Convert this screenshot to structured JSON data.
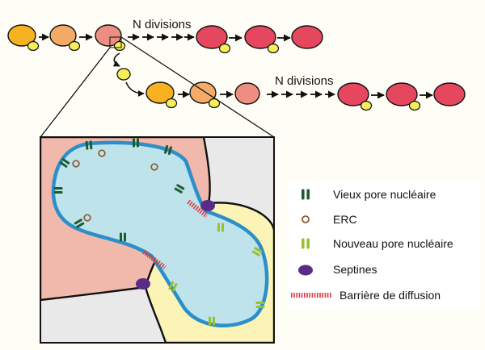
{
  "top_lineage_label": "N divisions",
  "second_lineage_label": "N divisions",
  "colors": {
    "page_bg": "#fffef6",
    "young_mother": "#f7b221",
    "mid_mother": "#f3ab67",
    "salmon_mother": "#ee8e80",
    "old_mother": "#e5485e",
    "bud": "#f7ee5a",
    "old_compartment": "#f1b9ab",
    "new_compartment": "#fbf4b6",
    "inset_bg": "#e9e9ea",
    "nucleus_fill": "#bfe3ea",
    "envelope": "#2c8fca",
    "old_pore": "#1f5b31",
    "new_pore": "#99c02f",
    "erc": "#8a5a33",
    "septin": "#5b2c86",
    "barrier": "#e23744"
  },
  "legend": {
    "items": [
      {
        "icon": "old-pore-icon",
        "label": "Vieux pore nucléaire"
      },
      {
        "icon": "erc-icon",
        "label": "ERC"
      },
      {
        "icon": "new-pore-icon",
        "label": "Nouveau pore nucléaire"
      },
      {
        "icon": "septin-icon",
        "label": "Septines"
      },
      {
        "icon": "diffusion-barrier-icon",
        "label": "Barrière de diffusion"
      }
    ]
  }
}
